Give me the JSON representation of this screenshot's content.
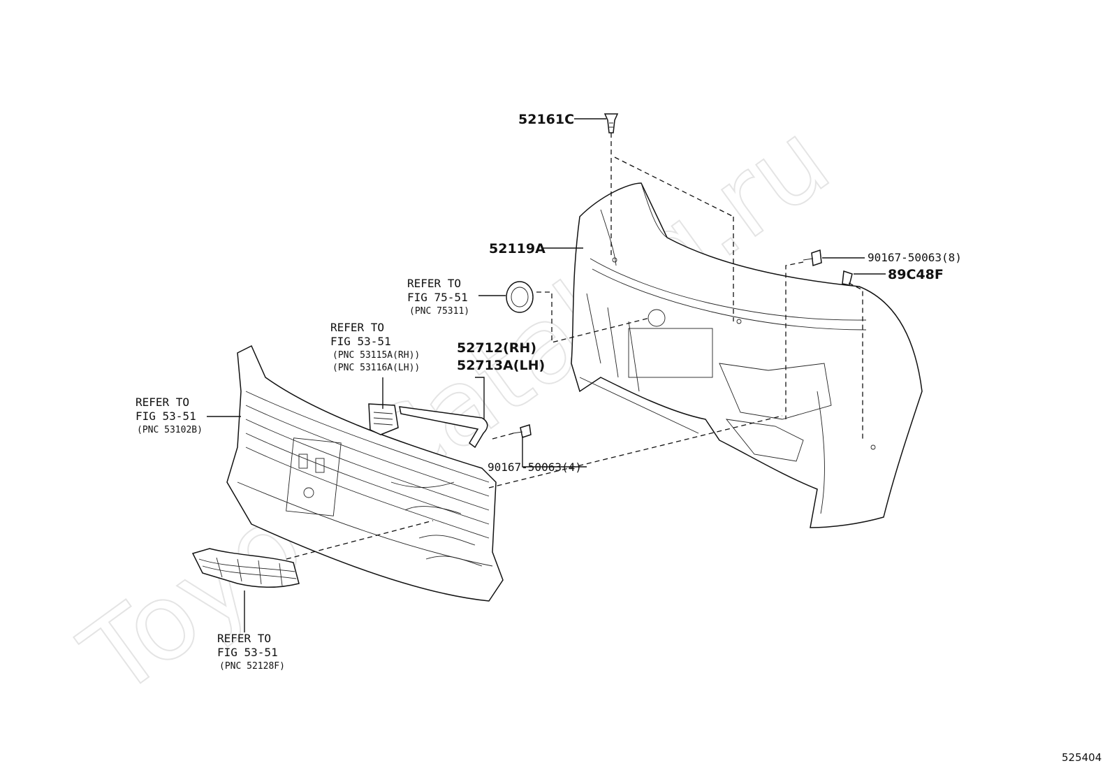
{
  "watermark": "ToyotaCatalog.ru",
  "figure_id": "525404",
  "labels": {
    "p52161c": "52161C",
    "p52119a": "52119A",
    "p90167_8": "90167-50063(8)",
    "p89c48f": "89C48F",
    "p90167_4": "90167-50063(4)",
    "p52712": "52712(RH)",
    "p52713a": "52713A(LH)"
  },
  "refs": {
    "emblem": {
      "line1": "REFER TO",
      "line2": "FIG 75-51",
      "line3": "(PNC 75311)"
    },
    "bracket": {
      "line1": "REFER TO",
      "line2": "FIG 53-51",
      "line3": "(PNC 53115A(RH))",
      "line4": "(PNC 53116A(LH))"
    },
    "grille": {
      "line1": "REFER TO",
      "line2": "FIG 53-51",
      "line3": "(PNC 53102B)"
    },
    "lower": {
      "line1": "REFER TO",
      "line2": "FIG 53-51",
      "line3": "(PNC 52128F)"
    }
  }
}
